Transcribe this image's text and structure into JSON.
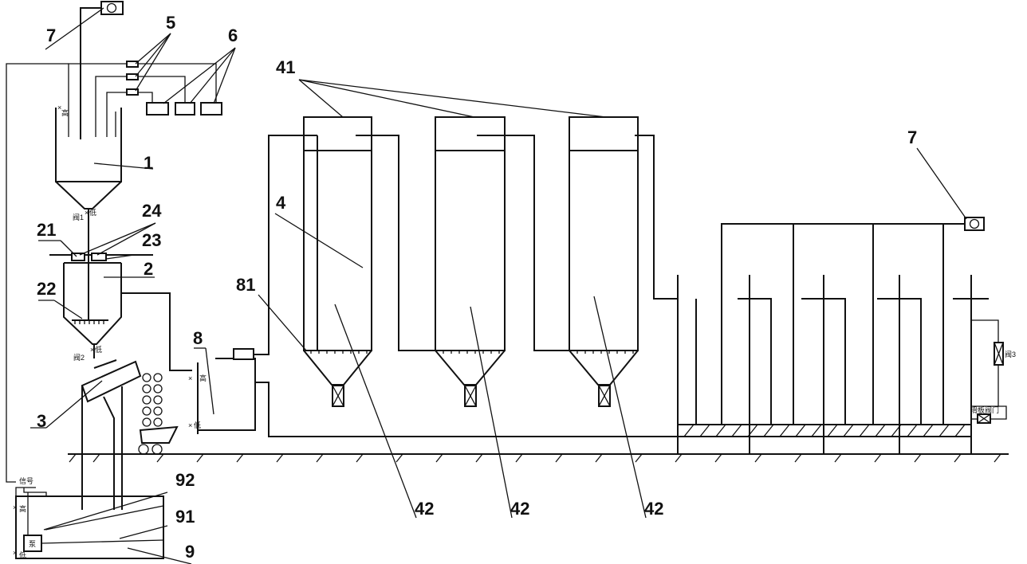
{
  "labels": {
    "n1": "1",
    "n2": "2",
    "n3": "3",
    "n4": "4",
    "n5": "5",
    "n6": "6",
    "n7a": "7",
    "n7b": "7",
    "n8": "8",
    "n9": "9",
    "n21": "21",
    "n22": "22",
    "n23": "23",
    "n24": "24",
    "n41": "41",
    "n42a": "42",
    "n42b": "42",
    "n42c": "42",
    "n81": "81",
    "n91": "91",
    "n92": "92"
  },
  "marks": {
    "high1": "高",
    "low1": "低",
    "valve1": "阀1",
    "valve2": "阀2",
    "low2": "低",
    "high8": "高",
    "low8": "低",
    "signal": "信号",
    "high9": "高",
    "pump": "泵",
    "low9": "低",
    "valve3": "阀3",
    "valve_right": "滑板阀门"
  }
}
